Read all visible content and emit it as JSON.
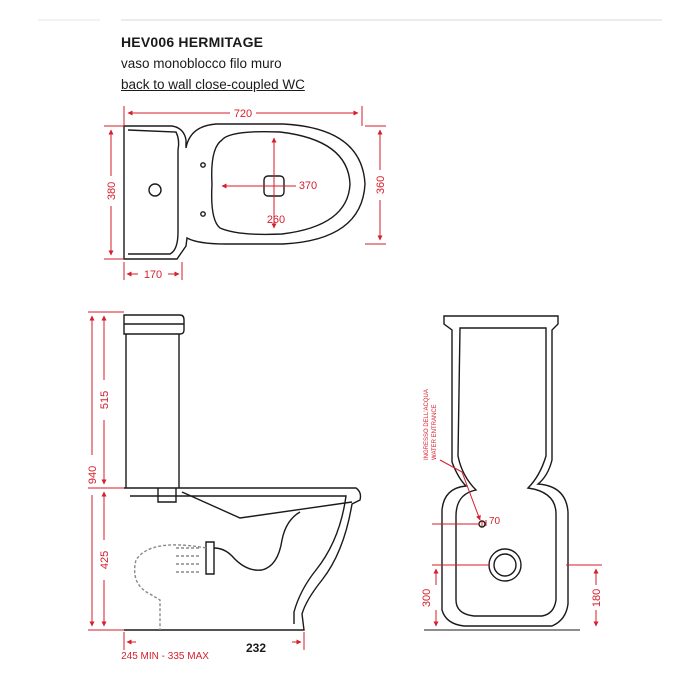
{
  "header": {
    "code": "HEV006 HERMITAGE",
    "description_it": "vaso monoblocco filo muro",
    "description_en": "back to wall close-coupled WC"
  },
  "dimensions": {
    "top_width": "720",
    "top_depth_left": "380",
    "top_depth_right": "360",
    "cistern_depth": "170",
    "bowl_width": "370",
    "bowl_inner": "260",
    "tank_height": "515",
    "total_height": "940",
    "bowl_height": "425",
    "outlet_range": "245 MIN - 335 MAX",
    "water_offset": "70",
    "outlet_height": "300",
    "floor_offset": "180"
  },
  "labels": {
    "water_entrance_it": "INGRESSO DELL'ACQUA",
    "water_entrance_en": "WATER ENTRANCE"
  },
  "page_number": "232",
  "colors": {
    "dimension": "#d61e2c",
    "line": "#1a1a1a"
  }
}
